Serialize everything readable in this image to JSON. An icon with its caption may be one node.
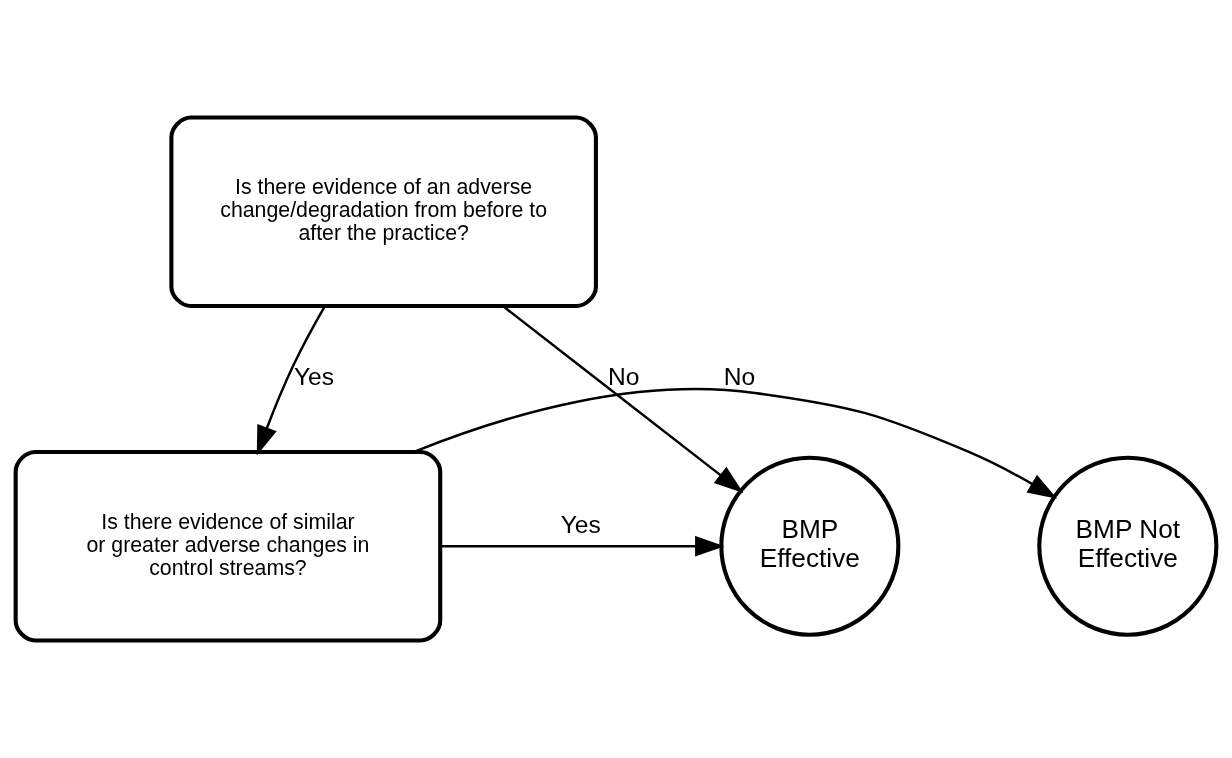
{
  "diagram": {
    "nodes": [
      {
        "text": [
          "Is there evidence of an adverse change/degradation from before to after the practice?"
        ]
      },
      {
        "text": [
          "BMP Effective"
        ]
      },
      {
        "text": [
          "Is there evidence of similar or greater adverse changes in control streams?"
        ]
      },
      {
        "text": [
          "BMP Not Effective"
        ]
      }
    ],
    "edges": [
      {
        "from": 0,
        "to": 1,
        "arrow": "to",
        "label": "No"
      },
      {
        "from": 0,
        "to": 2,
        "arrow": "to",
        "label": "Yes"
      },
      {
        "from": 2,
        "to": 1,
        "arrow": "to",
        "label": "Yes"
      },
      {
        "from": 2,
        "to": 3,
        "arrow": "to",
        "label": "No"
      }
    ]
  }
}
